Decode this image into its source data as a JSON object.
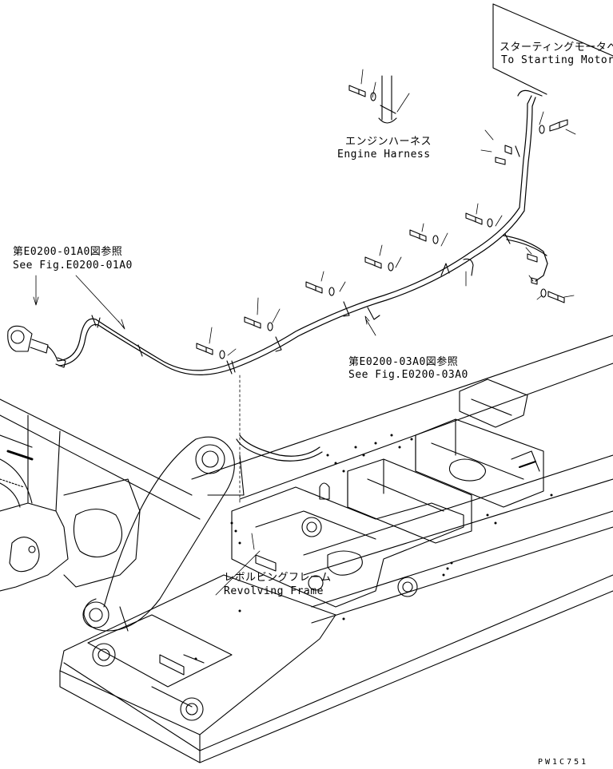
{
  "diagram": {
    "labels": {
      "starting_motor_jp": "スターティングモータへ",
      "starting_motor_en": "To Starting Motor",
      "engine_harness_jp": "エンジンハーネス",
      "engine_harness_en": "Engine Harness",
      "ref_01a0_jp": "第E0200-01A0図参照",
      "ref_01a0_en": "See Fig.E0200-01A0",
      "ref_03a0_jp": "第E0200-03A0図参照",
      "ref_03a0_en": "See Fig.E0200-03A0",
      "revolving_frame_jp": "レボルビングフレーム",
      "revolving_frame_en": "Revolving Frame"
    },
    "drawing_code": "PW1C751",
    "colors": {
      "line": "#000000",
      "background": "#ffffff"
    }
  }
}
